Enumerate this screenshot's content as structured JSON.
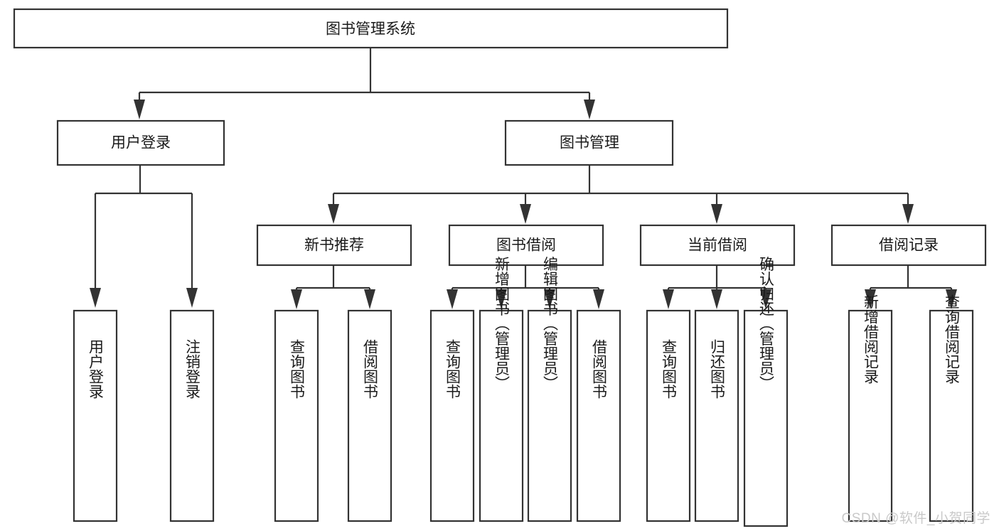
{
  "diagram": {
    "type": "tree",
    "title": "图书管理系统",
    "watermark": "CSDN @软件_小贺同学",
    "colors": {
      "stroke": "#333333",
      "fill": "#ffffff",
      "text": "#1a1a1a",
      "watermark": "#c9c9c9"
    },
    "levels": {
      "root": {
        "label": "图书管理系统"
      },
      "level2": [
        {
          "label": "用户登录"
        },
        {
          "label": "图书管理"
        }
      ],
      "level3": [
        {
          "label": "新书推荐"
        },
        {
          "label": "图书借阅"
        },
        {
          "label": "当前借阅"
        },
        {
          "label": "借阅记录"
        }
      ]
    },
    "nodes": {
      "root": "图书管理系统",
      "user_login": "用户登录",
      "book_manage": "图书管理",
      "new_book_rec": "新书推荐",
      "book_borrow": "图书借阅",
      "current_borrow": "当前借阅",
      "borrow_record": "借阅记录"
    },
    "leaves": {
      "user_login_1": "用户登录",
      "user_login_2": "注销登录",
      "new_book_rec_1": "查询图书",
      "new_book_rec_2": "借阅图书",
      "book_borrow_1": "查询图书",
      "book_borrow_2": "新增图书（管理员）",
      "book_borrow_3": "编辑图书（管理员）",
      "book_borrow_4": "借阅图书",
      "current_borrow_1": "查询图书",
      "current_borrow_2": "归还图书",
      "current_borrow_3": "确认归还（管理员）",
      "borrow_record_1": "新增借阅记录",
      "borrow_record_2": "查询借阅记录"
    }
  }
}
